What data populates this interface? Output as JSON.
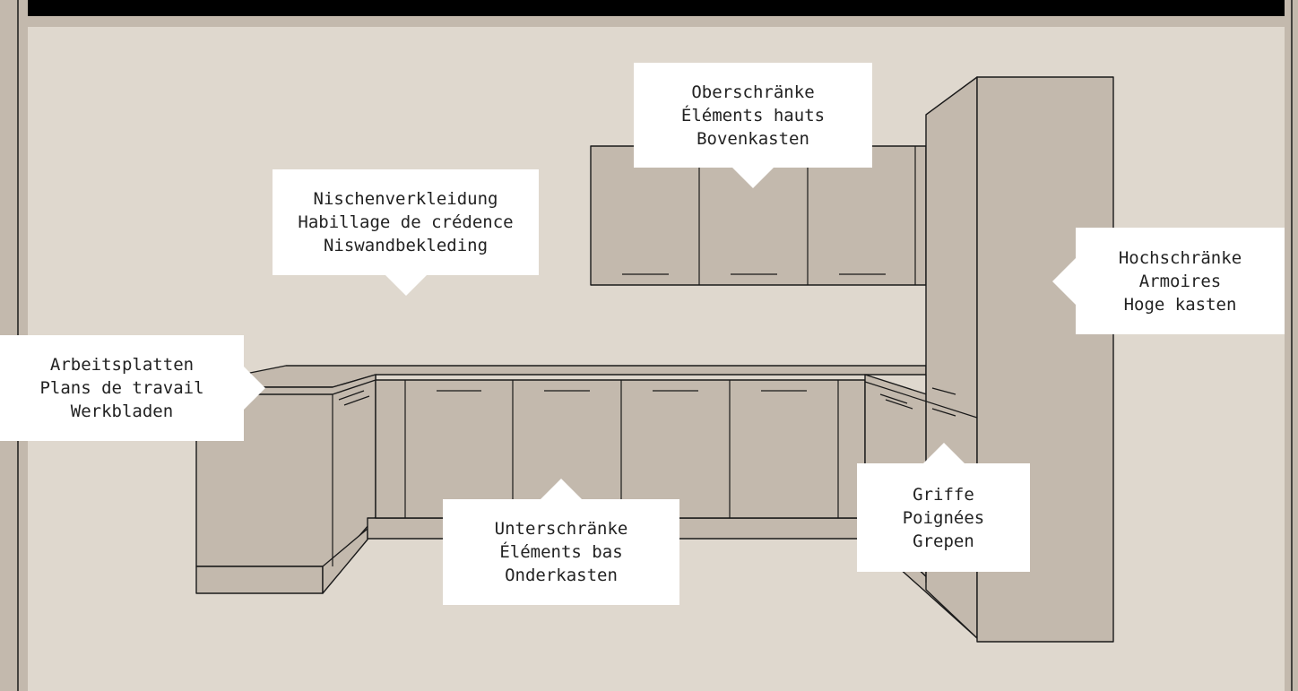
{
  "colors": {
    "background": "#dfd8ce",
    "frame": "#c3b9ad",
    "cabinet": "#c3b9ad",
    "outline": "#1a1a1a",
    "label_bg": "#ffffff",
    "top_bar": "#000000"
  },
  "labels": {
    "wall_cabinets": {
      "lines": [
        "Oberschränke",
        "Éléments hauts",
        "Bovenkasten"
      ]
    },
    "niche_cladding": {
      "lines": [
        "Nischenverkleidung",
        "Habillage de crédence",
        "Niswandbekleding"
      ]
    },
    "tall_cabinets": {
      "lines": [
        "Hochschränke",
        "Armoires",
        "Hoge kasten"
      ]
    },
    "worktops": {
      "lines": [
        "Arbeitsplatten",
        "Plans de travail",
        "Werkbladen"
      ]
    },
    "base_cabinets": {
      "lines": [
        "Unterschränke",
        "Éléments bas",
        "Onderkasten"
      ]
    },
    "handles": {
      "lines": [
        "Griffe",
        "Poignées",
        "Grepen"
      ]
    }
  }
}
